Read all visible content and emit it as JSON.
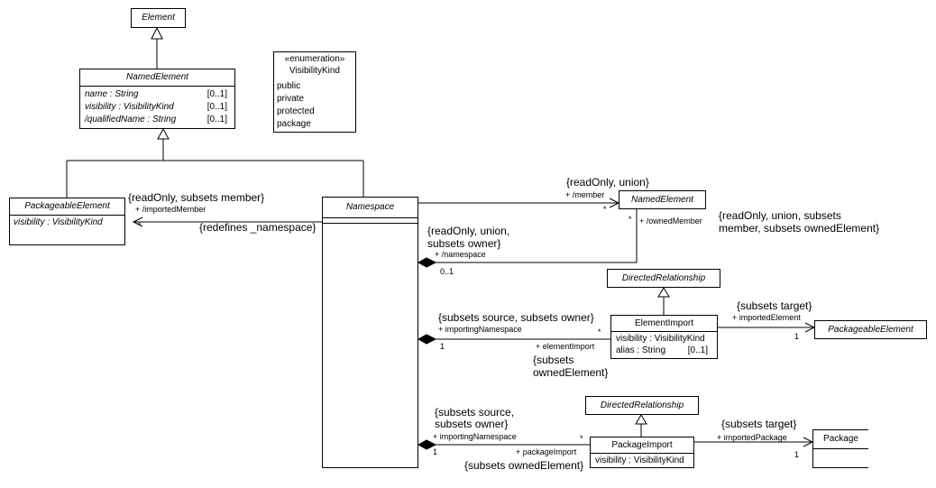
{
  "classes": {
    "element": {
      "name": "Element"
    },
    "named_element_top": {
      "name": "NamedElement",
      "attributes": [
        {
          "name": "name : String",
          "multiplicity": "[0..1]"
        },
        {
          "name": "visibility : VisibilityKind",
          "multiplicity": "[0..1]"
        },
        {
          "name": "/qualifiedName : String",
          "multiplicity": "[0..1]"
        }
      ]
    },
    "visibility_kind": {
      "stereotype": "«enumeration»",
      "name": "VisibilityKind",
      "literals": [
        "public",
        "private",
        "protected",
        "package"
      ]
    },
    "packageable_element_left": {
      "name": "PackageableElement",
      "attributes": [
        {
          "name": "visibility : VisibilityKind"
        }
      ]
    },
    "namespace": {
      "name": "Namespace"
    },
    "named_element_right": {
      "name": "NamedElement"
    },
    "directed_relationship_1": {
      "name": "DirectedRelationship"
    },
    "element_import": {
      "name": "ElementImport",
      "attributes": [
        {
          "name": "visibility : VisibilityKind",
          "multiplicity": ""
        },
        {
          "name": "alias : String",
          "multiplicity": "[0..1]"
        }
      ]
    },
    "packageable_element_right": {
      "name": "PackageableElement"
    },
    "directed_relationship_2": {
      "name": "DirectedRelationship"
    },
    "package_import": {
      "name": "PackageImport",
      "attributes": [
        {
          "name": "visibility : VisibilityKind"
        }
      ]
    },
    "package": {
      "name": "Package"
    }
  },
  "labels": {
    "imported_member_constraint": "{readOnly, subsets member}",
    "imported_member_role": "+ /importedMember",
    "imported_member_mult": "*",
    "redefines_namespace": "{redefines _namespace}",
    "member_constraint": "{readOnly, union}",
    "member_role": "+ /member",
    "member_mult": "*",
    "owned_member_mult": "*",
    "owned_member_role": "+ /ownedMember",
    "owned_member_constraint_1": "{readOnly, union, subsets",
    "owned_member_constraint_2": "member, subsets ownedElement}",
    "namespace_constraint_1": "{readOnly, union,",
    "namespace_constraint_2": "subsets owner}",
    "namespace_role": "+ /namespace",
    "namespace_mult": "0..1",
    "ei_src_constraint": "{subsets source, subsets owner}",
    "ei_src_role": "+ importingNamespace",
    "ei_src_mult_1": "1",
    "ei_src_mult_many": "*",
    "ei_role": "+ elementImport",
    "ei_constraint_1": "{subsets",
    "ei_constraint_2": "ownedElement}",
    "ei_target_constraint": "{subsets target}",
    "ei_target_role": "+ importedElement",
    "ei_target_mult": "1",
    "pi_src_constraint_1": "{subsets source,",
    "pi_src_constraint_2": "subsets owner}",
    "pi_src_role": "+ importingNamespace",
    "pi_src_mult_1": "1",
    "pi_src_mult_many": "*",
    "pi_role": "+ packageImport",
    "pi_constraint": "{subsets ownedElement}",
    "pi_target_constraint": "{subsets target}",
    "pi_target_role": "+ importedPackage",
    "pi_target_mult": "1"
  }
}
